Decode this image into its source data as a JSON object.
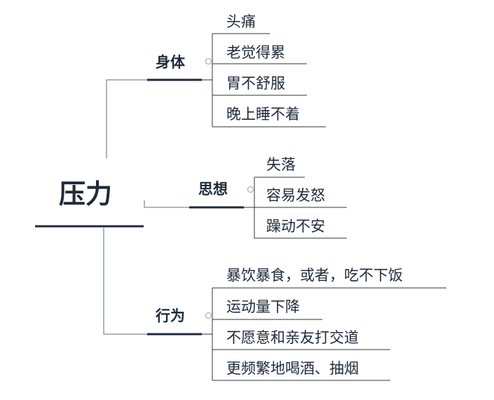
{
  "root": {
    "label": "压力"
  },
  "branches": [
    {
      "label": "身体",
      "items": [
        "头痛",
        "老觉得累",
        "胃不舒服",
        "晚上睡不着"
      ]
    },
    {
      "label": "思想",
      "items": [
        "失落",
        "容易发怒",
        "躁动不安"
      ]
    },
    {
      "label": "行为",
      "items": [
        "暴饮暴食，或者，吃不下饭",
        "运动量下降",
        "不愿意和亲友打交道",
        "更频繁地喝酒、抽烟"
      ]
    }
  ],
  "colors": {
    "text": "#1f2a3a",
    "underline_main": "#1f2a3a",
    "connector": "#7f8c97",
    "leaf_line": "#333333"
  }
}
